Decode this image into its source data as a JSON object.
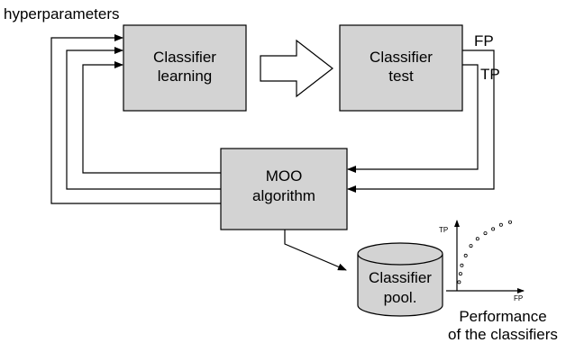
{
  "diagram": {
    "top_label": "hyperparameters",
    "learning_box": {
      "line1": "Classifier",
      "line2": "learning"
    },
    "test_box": {
      "line1": "Classifier",
      "line2": "test"
    },
    "moo_box": {
      "line1": "MOO",
      "line2": "algorithm"
    },
    "pool": {
      "line1": "Classifier",
      "line2": "pool."
    },
    "fp_label": "FP",
    "tp_label": "TP",
    "chart": {
      "ylabel": "TP",
      "xlabel": "FP",
      "caption_line1": "Performance",
      "caption_line2": "of the classifiers"
    }
  },
  "colors": {
    "box_fill": "#d3d3d3",
    "stroke": "#000000",
    "background": "#ffffff"
  },
  "chart_data": {
    "type": "scatter",
    "xlabel": "FP",
    "ylabel": "TP",
    "x": [
      0.1,
      0.2,
      0.3,
      0.6,
      1.0,
      1.5,
      2.1,
      2.7,
      3.3,
      4.0
    ],
    "y": [
      0.3,
      0.9,
      1.5,
      2.2,
      2.9,
      3.4,
      3.8,
      4.1,
      4.4,
      4.6
    ]
  }
}
